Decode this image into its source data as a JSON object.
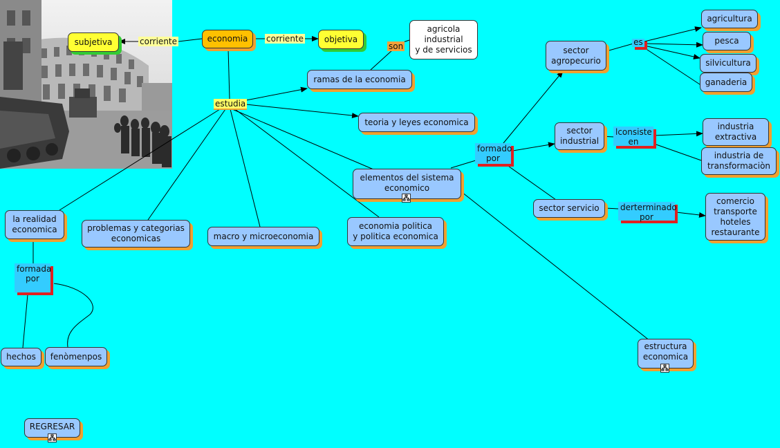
{
  "nodes": {
    "economia": "economia",
    "subjetiva": "subjetiva",
    "objetiva": "objetiva",
    "ramas": "ramas de la economia",
    "agricola": "agricola\nindustrial\ny de servicios",
    "teoria": "teoria y leyes economica",
    "elementos": "elementos del sistema\neconomico",
    "realidad": "la realidad\neconomica",
    "problemas": "problemas y categorias\neconomicas",
    "macro": "macro y microeconomia",
    "politica": "economia politica\ny politica economica",
    "hechos": "hechos",
    "fenomenos": "fenòmenpos",
    "estructura": "estructura\neconomica",
    "regresar": "REGRESAR",
    "agropecuario": "sector\nagropecurio",
    "industrial": "sector\nindustrial",
    "servicio": "sector servicio",
    "agricultura": "agricultura",
    "pesca": "pesca",
    "silvicultura": "silvicultura",
    "ganaderia": "ganaderia",
    "extractiva": "industria\nextractiva",
    "transformacion": "industria de\ntransformaciòn",
    "comercio": "comercio\ntransporte\nhoteles\nrestaurante"
  },
  "labels": {
    "corriente_left": "corriente",
    "corriente_right": "corriente",
    "son": "son",
    "estudia": "estudia",
    "formada_por": "formada\npor",
    "formado_por": "formado\npor",
    "es": "es",
    "consiste_en": "lconsiste\nen",
    "determinado_por": "derterminado\npor"
  },
  "colors": {
    "background": "#00FFFF",
    "concept_fill": "#99C8FF",
    "highlight_yellow": "#FFFF33",
    "root_orange": "#FFC000",
    "shadow_orange": "#F0A030",
    "link_label_blue": "#33CCFF",
    "accent_red": "#E02020"
  },
  "icons": [
    "sub-map-icon",
    "photo-colosseum-tanks"
  ]
}
